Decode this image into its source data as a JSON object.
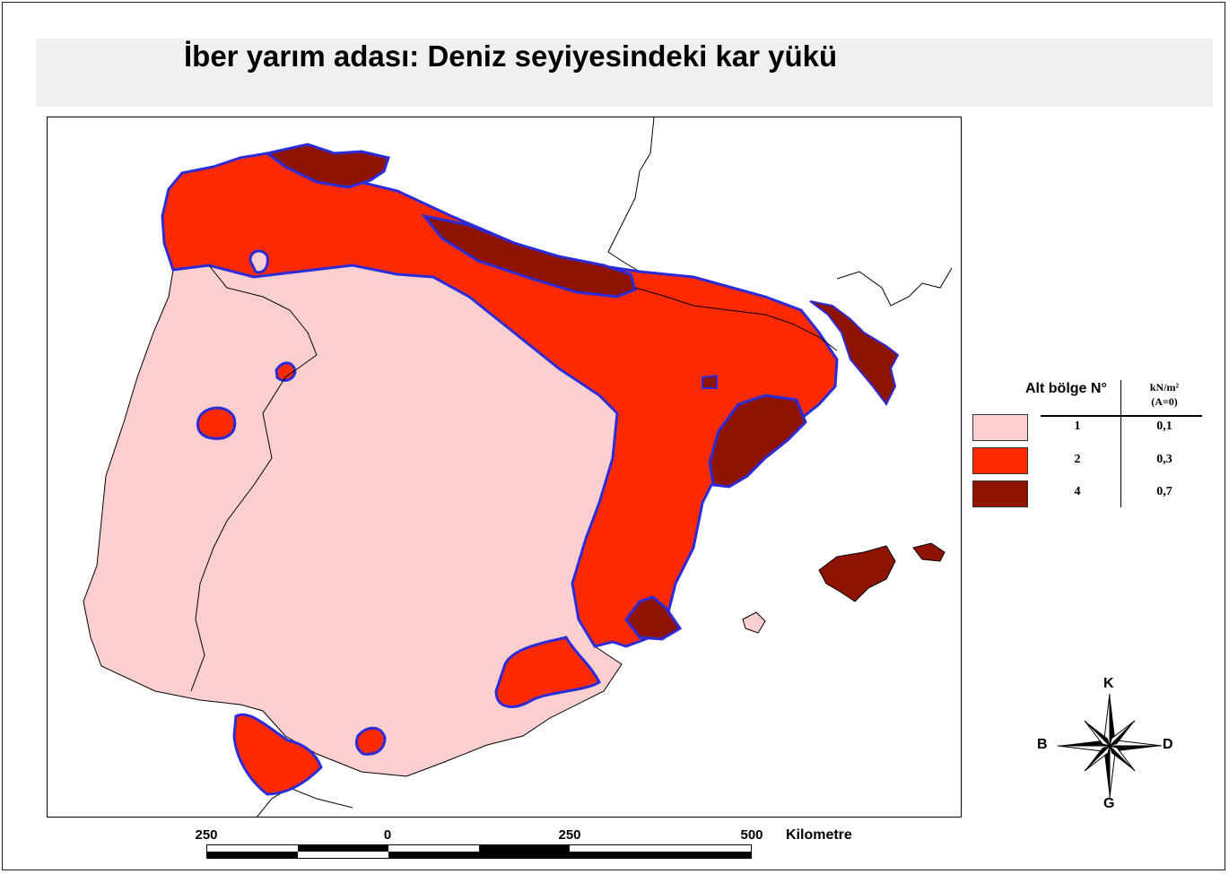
{
  "title": "İber yarım adası: Deniz seyiyesindeki kar yükü",
  "legend": {
    "zone_header": "Alt bölge N°",
    "load_header_line1": "kN/m²",
    "load_header_line2": "(A=0)",
    "rows": [
      {
        "zone": "1",
        "load": "0,1",
        "color": "#fbcfcf"
      },
      {
        "zone": "2",
        "load": "0,3",
        "color": "#fd2a00"
      },
      {
        "zone": "4",
        "load": "0,7",
        "color": "#8e1300"
      }
    ]
  },
  "compass": {
    "north": "K",
    "south": "G",
    "east": "D",
    "west": "B"
  },
  "scale": {
    "ticks": [
      "250",
      "0",
      "250",
      "500"
    ],
    "unit": "Kilometre"
  },
  "colors": {
    "zone1": "#fbcfcf",
    "zone2": "#fd2a00",
    "zone4": "#8e1300",
    "boundary": "#2b2bd9"
  }
}
